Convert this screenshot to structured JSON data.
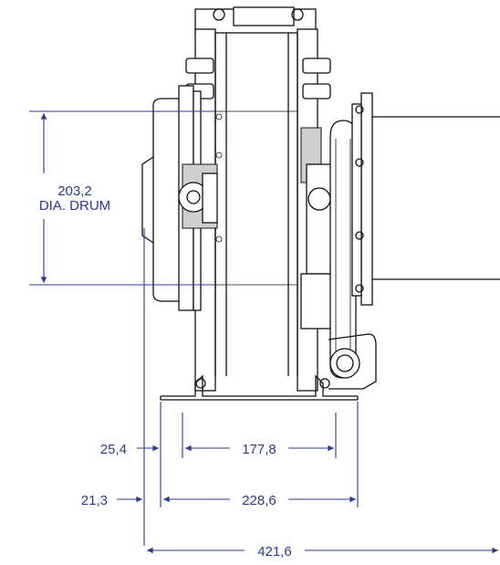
{
  "drawing": {
    "line_color": "#111111",
    "dimension_color": "#2b3990"
  },
  "dimensions": {
    "drum_diameter": {
      "value": "203,2",
      "note": "DIA. DRUM"
    },
    "flange_offset": {
      "value": "25,4"
    },
    "mount_inner": {
      "value": "177,8"
    },
    "base_offset": {
      "value": "21,3"
    },
    "mount_outer": {
      "value": "228,6"
    },
    "overall_width": {
      "value": "421,6"
    }
  }
}
